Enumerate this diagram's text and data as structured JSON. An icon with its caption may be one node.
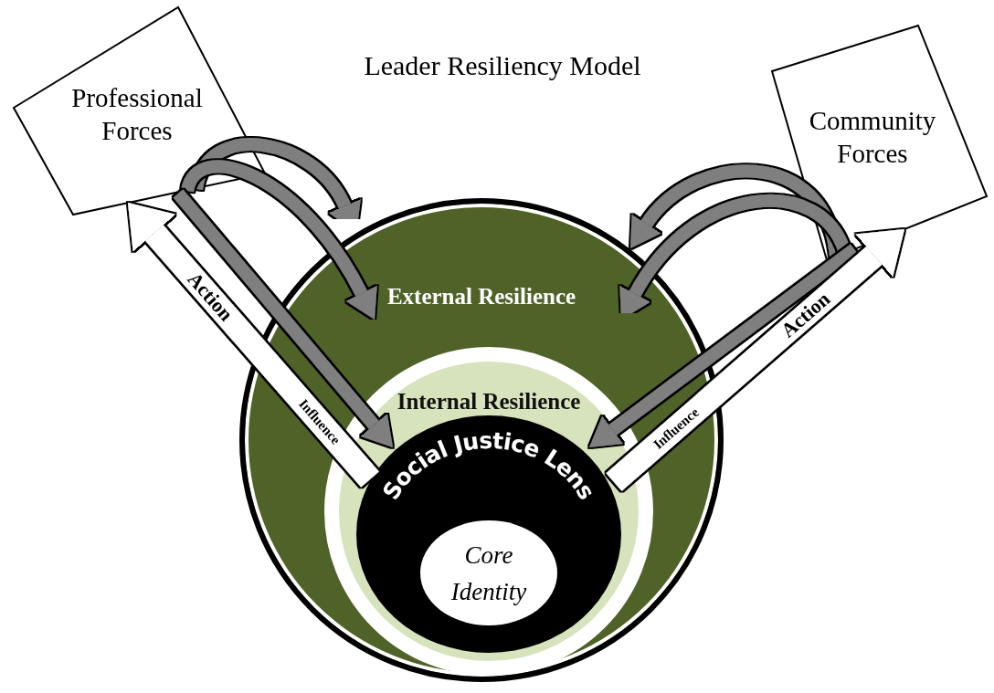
{
  "diagram": {
    "title": "Leader Resiliency Model",
    "nodes": [
      {
        "text": [
          "Professional Forces"
        ]
      },
      {
        "text": [
          "Community Forces"
        ]
      },
      {
        "text": [
          "External Resilience"
        ]
      },
      {
        "text": [
          "Internal Resilience"
        ],
        "in": 2
      },
      {
        "text": [
          "Social Justice Lens"
        ],
        "in": 3
      },
      {
        "text": [
          "Core Identity"
        ],
        "in": 4
      }
    ],
    "edges": [
      {
        "from": 0,
        "to": 2,
        "arrow": "to"
      },
      {
        "from": 0,
        "to": 2,
        "arrow": "to"
      },
      {
        "from": 0,
        "to": 4,
        "arrow": "to"
      },
      {
        "from": 4,
        "to": 0,
        "arrow": "to",
        "label": "Action",
        "color": "#ffffff",
        "style": "thick"
      },
      {
        "from": 1,
        "to": 2,
        "arrow": "to"
      },
      {
        "from": 1,
        "to": 2,
        "arrow": "to"
      },
      {
        "from": 1,
        "to": 4,
        "arrow": "to"
      },
      {
        "from": 4,
        "to": 1,
        "arrow": "to",
        "label": "Action",
        "color": "#ffffff",
        "style": "thick"
      }
    ],
    "labels": [
      "Influence",
      "Influence"
    ]
  }
}
